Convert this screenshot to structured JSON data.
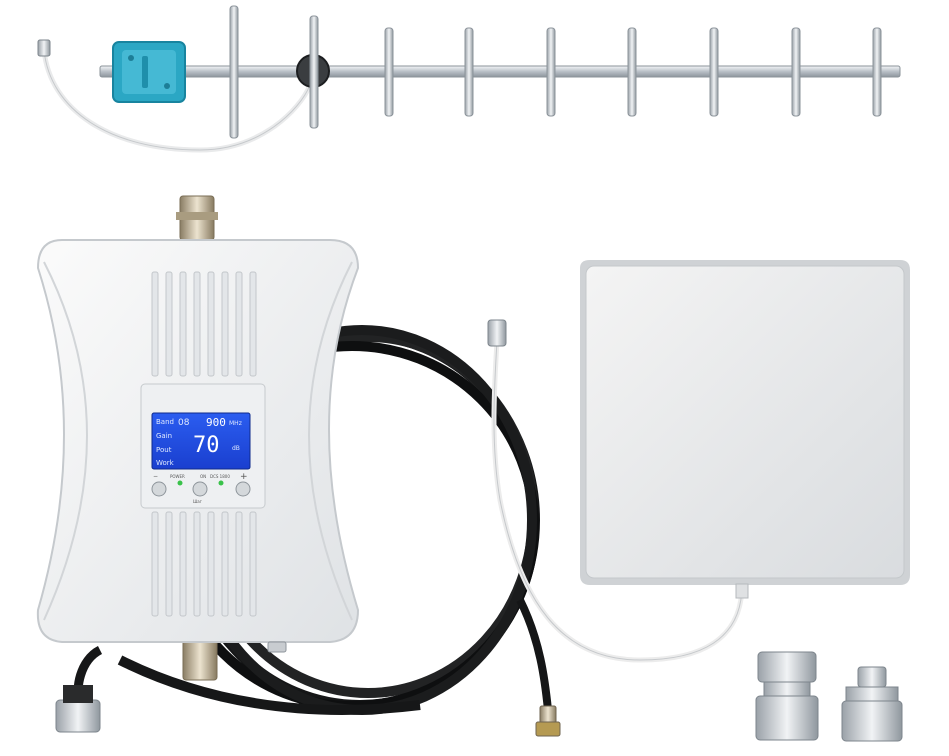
{
  "lcd": {
    "band_label": "Band",
    "band_value": "08",
    "freq_value": "900",
    "freq_unit": "MHz",
    "gain_label": "Gain",
    "gain_value": "70",
    "gain_unit": "dB",
    "pout_label": "Pout",
    "work_label": "Work"
  },
  "panel_labels": {
    "left": "−",
    "mid1": "POWER",
    "mid2": "ON",
    "mid3": "DCS 1800",
    "right": "+",
    "bottom": "Шаг"
  }
}
